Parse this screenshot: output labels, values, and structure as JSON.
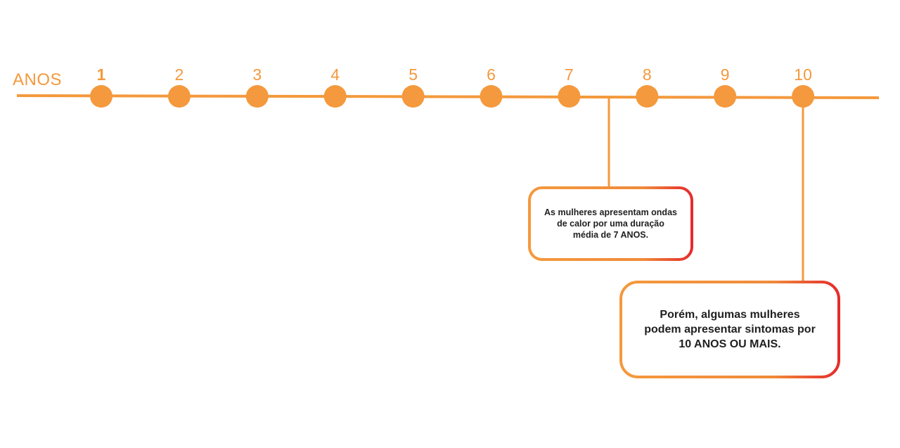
{
  "axis": {
    "label": "ANOS"
  },
  "years": [
    "1",
    "2",
    "3",
    "4",
    "5",
    "6",
    "7",
    "8",
    "9",
    "10"
  ],
  "colors": {
    "line": "#f4993d",
    "gradient_start": "#f4993d",
    "gradient_end": "#e52b2b",
    "text": "#1f1f1f"
  },
  "callouts": [
    {
      "connects_between": [
        "7",
        "8"
      ],
      "lines": [
        "As mulheres apresentam ondas",
        "de calor por uma duração",
        "média de 7 ANOS."
      ]
    },
    {
      "connects_to": "10",
      "lines": [
        "Porém, algumas mulheres",
        "podem apresentar sintomas por",
        "10 ANOS OU MAIS."
      ]
    }
  ]
}
